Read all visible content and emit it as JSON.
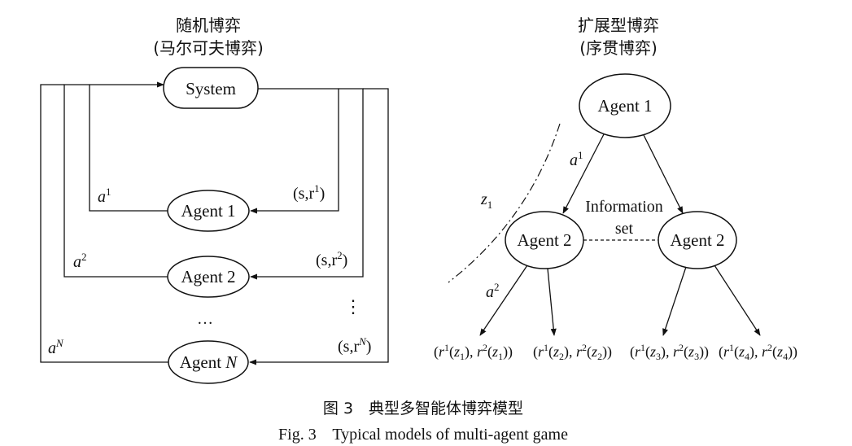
{
  "left_panel": {
    "title": "随机博弈",
    "subtitle": "(马尔可夫博弈)",
    "system_label": "System",
    "agents": [
      {
        "name": "Agent ",
        "idx": "1",
        "action": "a",
        "action_sup": "1",
        "obs_prefix": "(s,r",
        "obs_sup": "1",
        "obs_suffix": ")"
      },
      {
        "name": "Agent ",
        "idx": "2",
        "action": "a",
        "action_sup": "2",
        "obs_prefix": "(s,r",
        "obs_sup": "2",
        "obs_suffix": ")"
      },
      {
        "name": "Agent ",
        "idx": "N",
        "action": "a",
        "action_sup": "N",
        "obs_prefix": "(s,r",
        "obs_sup": "N",
        "obs_suffix": ")"
      }
    ],
    "ellipsis_h": "…",
    "ellipsis_v": "⋮"
  },
  "right_panel": {
    "title": "扩展型博弈",
    "subtitle": "(序贯博弈)",
    "root_label": "Agent 1",
    "child_left_label": "Agent 2",
    "child_right_label": "Agent 2",
    "info_set_line1": "Information",
    "info_set_line2": "set",
    "edge_a1": "a",
    "edge_a1_sup": "1",
    "edge_a2": "a",
    "edge_a2_sup": "2",
    "z1_label": "z",
    "z1_sub": "1",
    "leaves": [
      {
        "z": "1"
      },
      {
        "z": "2"
      },
      {
        "z": "3"
      },
      {
        "z": "4"
      }
    ]
  },
  "caption": {
    "cn": "图 3　典型多智能体博弈模型",
    "en": "Fig. 3    Typical models of multi-agent game"
  }
}
